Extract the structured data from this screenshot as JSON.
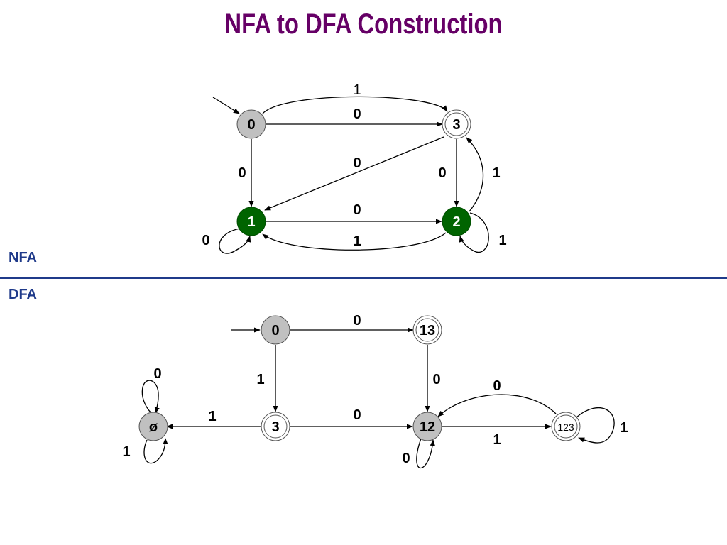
{
  "title": "NFA to DFA Construction",
  "sections": {
    "nfa": "NFA",
    "dfa": "DFA"
  },
  "colors": {
    "title": "#660066",
    "section": "#1f3a8a",
    "gray_state": "#c0c0c0",
    "green_state": "#006400",
    "white_state": "#ffffff"
  },
  "nfa": {
    "states": [
      {
        "id": "n0",
        "label": "0",
        "style": "gray",
        "accepting": false,
        "start": true
      },
      {
        "id": "n3",
        "label": "3",
        "style": "white",
        "accepting": true,
        "start": false
      },
      {
        "id": "n1",
        "label": "1",
        "style": "green",
        "accepting": false,
        "start": false
      },
      {
        "id": "n2",
        "label": "2",
        "style": "green",
        "accepting": false,
        "start": false
      }
    ],
    "transitions": [
      {
        "from": "0",
        "to": "3",
        "symbol": "1"
      },
      {
        "from": "0",
        "to": "3",
        "symbol": "0"
      },
      {
        "from": "0",
        "to": "1",
        "symbol": "0"
      },
      {
        "from": "3",
        "to": "1",
        "symbol": "0"
      },
      {
        "from": "3",
        "to": "2",
        "symbol": "0"
      },
      {
        "from": "2",
        "to": "3",
        "symbol": "1"
      },
      {
        "from": "1",
        "to": "2",
        "symbol": "0"
      },
      {
        "from": "2",
        "to": "1",
        "symbol": "1"
      },
      {
        "from": "1",
        "to": "1",
        "symbol": "0"
      },
      {
        "from": "2",
        "to": "2",
        "symbol": "1"
      }
    ]
  },
  "dfa": {
    "states": [
      {
        "id": "d0",
        "label": "0",
        "style": "gray",
        "accepting": false,
        "start": true
      },
      {
        "id": "d13",
        "label": "13",
        "style": "white",
        "accepting": true,
        "start": false
      },
      {
        "id": "dempty",
        "label": "ø",
        "style": "gray",
        "accepting": false,
        "start": false
      },
      {
        "id": "d3",
        "label": "3",
        "style": "white",
        "accepting": true,
        "start": false
      },
      {
        "id": "d12",
        "label": "12",
        "style": "gray",
        "accepting": false,
        "start": false
      },
      {
        "id": "d123",
        "label": "123",
        "style": "white",
        "accepting": true,
        "start": false
      }
    ],
    "transitions": [
      {
        "from": "0",
        "to": "13",
        "symbol": "0"
      },
      {
        "from": "0",
        "to": "3",
        "symbol": "1"
      },
      {
        "from": "13",
        "to": "12",
        "symbol": "0"
      },
      {
        "from": "3",
        "to": "ø",
        "symbol": "1"
      },
      {
        "from": "3",
        "to": "12",
        "symbol": "0"
      },
      {
        "from": "12",
        "to": "123",
        "symbol": "1"
      },
      {
        "from": "123",
        "to": "12",
        "symbol": "0"
      },
      {
        "from": "123",
        "to": "123",
        "symbol": "1"
      },
      {
        "from": "12",
        "to": "12",
        "symbol": "0"
      },
      {
        "from": "ø",
        "to": "ø",
        "symbol": "0"
      },
      {
        "from": "ø",
        "to": "ø",
        "symbol": "1"
      }
    ]
  }
}
